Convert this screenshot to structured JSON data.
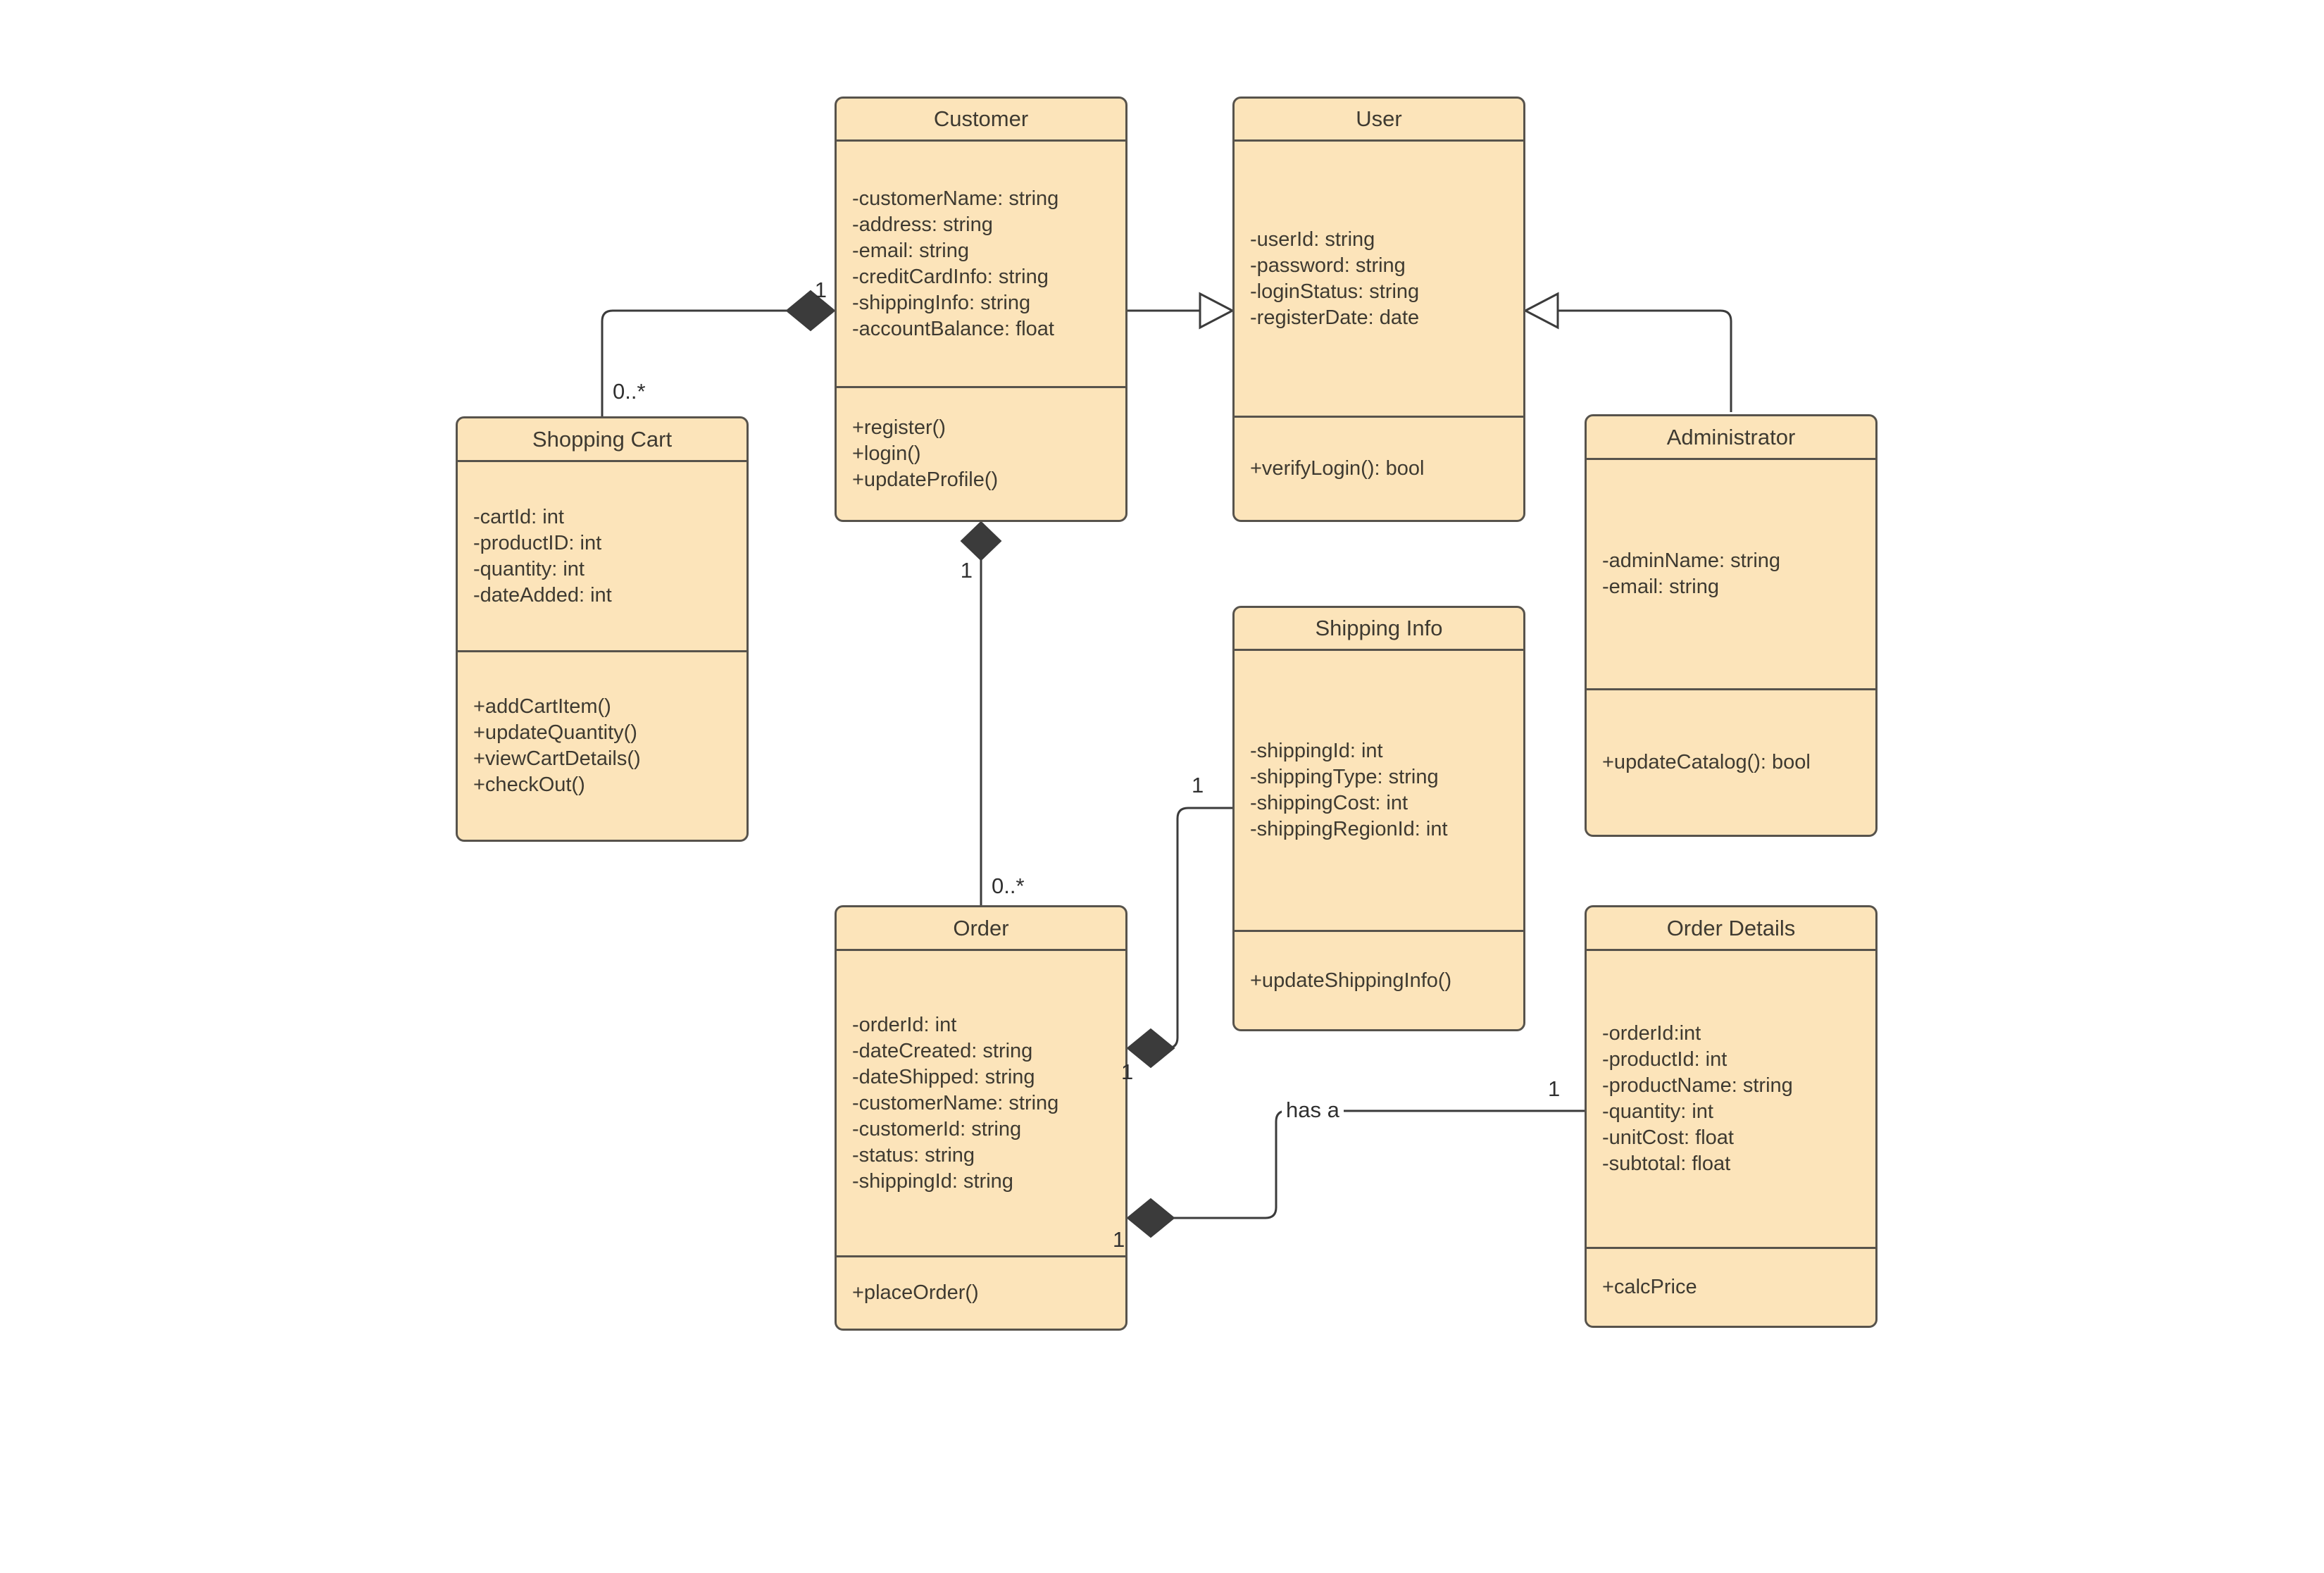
{
  "diagram": {
    "classes": [
      {
        "name": "Customer",
        "attributes": [
          "-customerName: string",
          "-address: string",
          "-email: string",
          "-creditCardInfo: string",
          "-shippingInfo: string",
          "-accountBalance: float"
        ],
        "methods": [
          "+register()",
          "+login()",
          "+updateProfile()"
        ]
      },
      {
        "name": "User",
        "attributes": [
          "-userId: string",
          "-password: string",
          "-loginStatus: string",
          "-registerDate: date"
        ],
        "methods": [
          "+verifyLogin(): bool"
        ]
      },
      {
        "name": "Shopping Cart",
        "attributes": [
          "-cartId: int",
          "-productID: int",
          "-quantity: int",
          "-dateAdded: int"
        ],
        "methods": [
          "+addCartItem()",
          "+updateQuantity()",
          "+viewCartDetails()",
          "+checkOut()"
        ]
      },
      {
        "name": "Administrator",
        "attributes": [
          "-adminName: string",
          "-email: string"
        ],
        "methods": [
          "+updateCatalog(): bool"
        ]
      },
      {
        "name": "Shipping Info",
        "attributes": [
          "-shippingId: int",
          "-shippingType: string",
          "-shippingCost: int",
          "-shippingRegionId: int"
        ],
        "methods": [
          "+updateShippingInfo()"
        ]
      },
      {
        "name": "Order",
        "attributes": [
          "-orderId: int",
          "-dateCreated: string",
          "-dateShipped: string",
          "-customerName: string",
          "-customerId: string",
          "-status: string",
          "-shippingId: string"
        ],
        "methods": [
          "+placeOrder()"
        ]
      },
      {
        "name": "Order Details",
        "attributes": [
          "-orderId:int",
          "-productId: int",
          "-productName: string",
          "-quantity: int",
          "-unitCost: float",
          "-subtotal: float"
        ],
        "methods": [
          "+calcPrice"
        ]
      }
    ],
    "relationships": {
      "customer_shoppingcart": {
        "source": "1",
        "target": "0..*"
      },
      "customer_order": {
        "source": "1",
        "target": "0..*"
      },
      "order_shippinginfo": {
        "source": "1",
        "target": "1"
      },
      "order_orderdetails": {
        "source": "1",
        "target": "1",
        "label": "has a"
      }
    },
    "colors": {
      "box_fill": "#fce4ba",
      "box_border": "#57534c",
      "line": "#3b3b3b",
      "text": "#3e3a31"
    }
  }
}
